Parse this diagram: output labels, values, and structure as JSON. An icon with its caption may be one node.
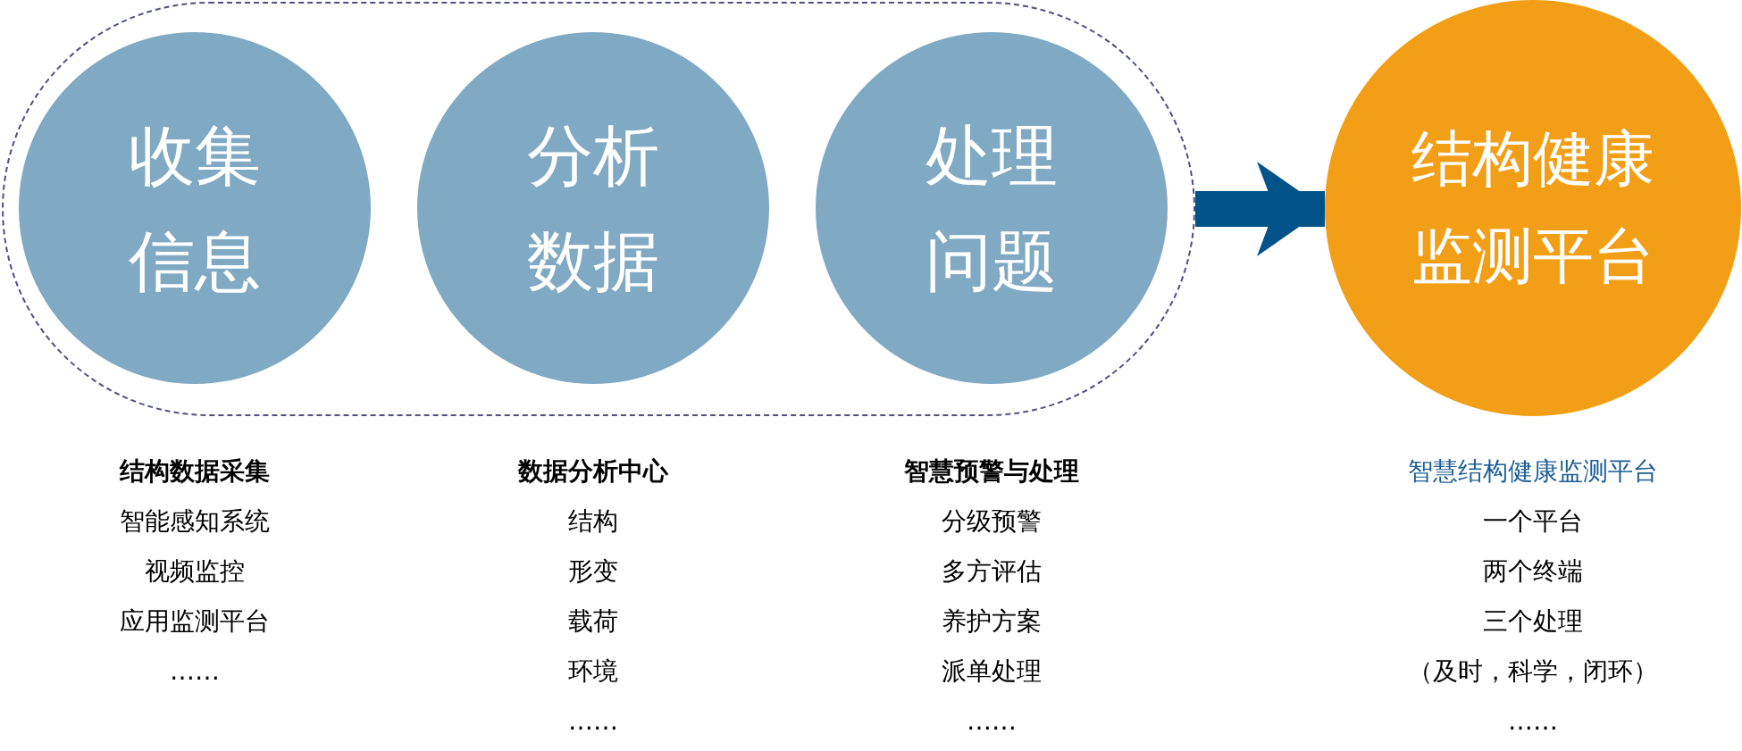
{
  "diagram": {
    "nodes": [
      {
        "text": [],
        "shape": "box"
      },
      {
        "text": [
          "收集信息"
        ],
        "in": 0,
        "beside": [
          "结构数据采集",
          "智能感知系统",
          "视频监控",
          "应用监测平台",
          "……"
        ]
      },
      {
        "text": [
          "分析数据"
        ],
        "in": 0,
        "beside": [
          "数据分析中心",
          "结构",
          "形变",
          "载荷",
          "环境",
          "……"
        ]
      },
      {
        "text": [
          "处理问题"
        ],
        "in": 0,
        "beside": [
          "智慧预警与处理",
          "分级预警",
          "多方评估",
          "养护方案",
          "派单处理",
          "……"
        ]
      },
      {
        "text": [
          "结构健康监测平台"
        ],
        "beside": [
          "智慧结构健康监测平台",
          "一个平台",
          "两个终端",
          "三个处理",
          "（及时，科学，闭环）",
          "……"
        ]
      }
    ],
    "edges": [
      {
        "from": 0,
        "to": 4,
        "arrow": "to"
      }
    ]
  }
}
